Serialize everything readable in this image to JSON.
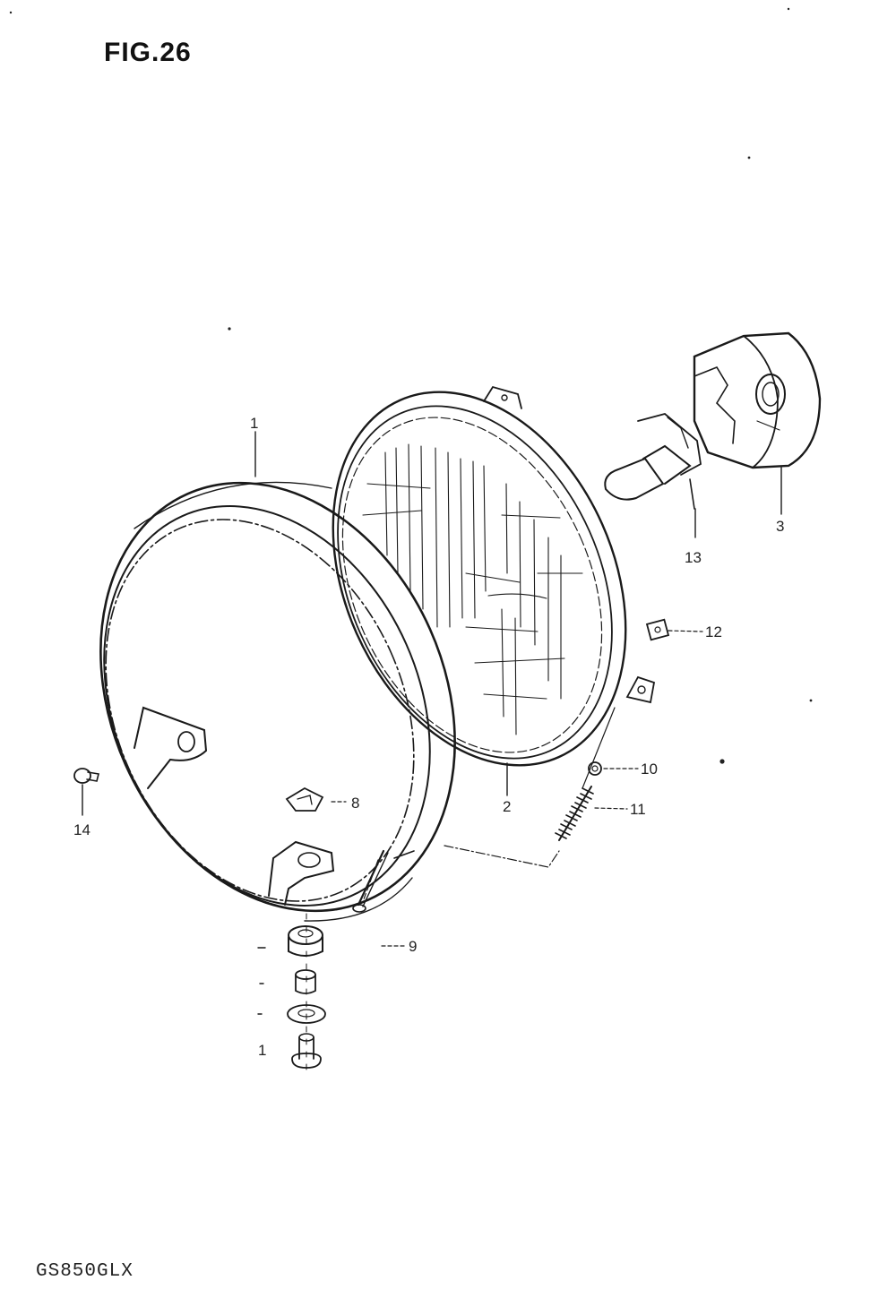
{
  "figure": {
    "title": "FIG.26",
    "model": "GS850GLX"
  },
  "callouts": [
    {
      "id": "1",
      "text": "1"
    },
    {
      "id": "1b",
      "text": "1"
    },
    {
      "id": "2",
      "text": "2"
    },
    {
      "id": "3",
      "text": "3"
    },
    {
      "id": "8",
      "text": "8"
    },
    {
      "id": "9",
      "text": "9"
    },
    {
      "id": "10",
      "text": "10"
    },
    {
      "id": "11",
      "text": "11"
    },
    {
      "id": "12",
      "text": "12"
    },
    {
      "id": "13",
      "text": "13"
    },
    {
      "id": "14",
      "text": "14"
    }
  ]
}
